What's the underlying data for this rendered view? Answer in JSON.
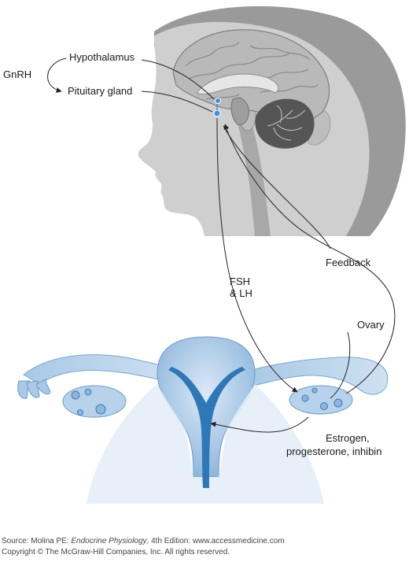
{
  "diagram": {
    "labels": {
      "gnrh": "GnRH",
      "hypothalamus": "Hypothalamus",
      "pituitary": "Pituitary gland",
      "feedback": "Feedback",
      "fsh_line1": "FSH",
      "fsh_line2": "& LH",
      "ovary": "Ovary",
      "estrogen_line1": "Estrogen,",
      "estrogen_line2": "progesterone, inhibin"
    }
  },
  "source": {
    "prefix": "Source: Molina PE: ",
    "title": "Endocrine Physiology",
    "suffix": ", 4th Edition: www.accessmedicine.com",
    "copyright": "Copyright © The McGraw-Hill Companies, Inc. All rights reserved."
  },
  "colors": {
    "head": "#cfcfcf",
    "hair": "#9a9a9a",
    "brain": "#b9b9b9",
    "cerebellum": "#555555",
    "uterus": "#bcd6ec",
    "uterus_dark": "#2f78b8",
    "line": "#333333"
  }
}
